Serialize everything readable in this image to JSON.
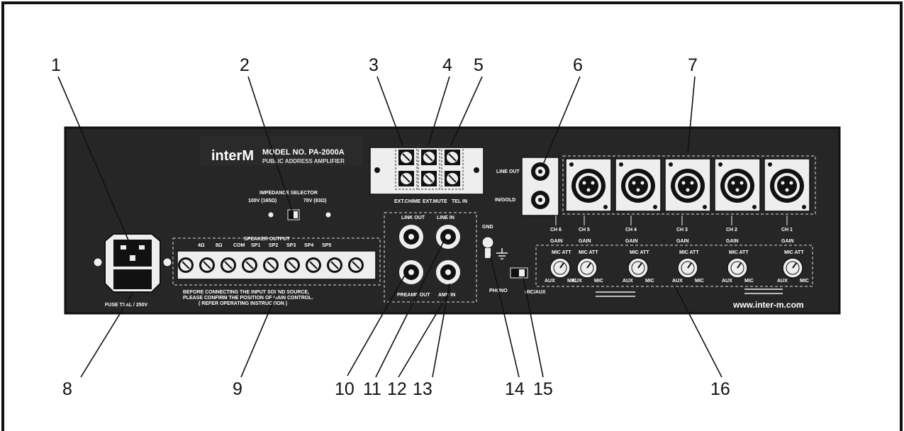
{
  "brand": {
    "logo_text": "interM",
    "model": "MODEL NO. PA-2000A",
    "subtitle": "PUBLIC ADDRESS AMPLIFIER",
    "website": "www.inter-m.com"
  },
  "impedance": {
    "title": "IMPEDANCE SELECTOR",
    "opt_100v": "100V (165Ω)",
    "opt_70v": "70V (83Ω)"
  },
  "speaker_output": {
    "title": "SPEAKER OUTPUT",
    "terminals": [
      "4Ω",
      "8Ω",
      "COM",
      "SP1",
      "SP2",
      "SP3",
      "SP4",
      "SP5"
    ],
    "warning_line1": "BEFORE CONNECTING THE INPUT SOUND SOURCE,",
    "warning_line2": "PLEASE CONFIRM THE POSITION OF GAIN CONTROL.",
    "warning_line3": "( REFER OPERATING INSTRUCTION )"
  },
  "fuse_label": "FUSE T1AL / 250V",
  "terminal_block": {
    "ext_chime": "EXT.CHIME",
    "ext_mute": "EXT.MUTE",
    "tel_in": "TEL IN"
  },
  "ch6_jacks": {
    "line_out": "LINE OUT",
    "in_gold": "IN/GOLD"
  },
  "rca": {
    "link_out": "LINK OUT",
    "line_in": "LINE IN",
    "preamp_out": "PREAMP OUT",
    "amp_in": "AMP IN"
  },
  "gnd_label": "GND",
  "phono_label": "PHONO",
  "mic_aux_label": "MIC/AUX",
  "channels": [
    {
      "name": "CH 6",
      "gain": "GAIN",
      "att": "MIC ATT"
    },
    {
      "name": "CH 5",
      "gain": "GAIN",
      "att": "MIC ATT"
    },
    {
      "name": "CH 4",
      "gain": "GAIN",
      "att": "MIC ATT"
    },
    {
      "name": "CH 3",
      "gain": "GAIN",
      "att": "MIC ATT"
    },
    {
      "name": "CH 2",
      "gain": "GAIN",
      "att": "MIC ATT"
    },
    {
      "name": "CH 1",
      "gain": "GAIN",
      "att": "MIC ATT"
    }
  ],
  "knob_aux": "AUX",
  "knob_mic": "MIC",
  "callouts": [
    "1",
    "2",
    "3",
    "4",
    "5",
    "6",
    "7",
    "8",
    "9",
    "10",
    "11",
    "12",
    "13",
    "14",
    "15",
    "16"
  ],
  "colors": {
    "panel": "#262626",
    "line": "#111111",
    "background": "#ffffff"
  }
}
